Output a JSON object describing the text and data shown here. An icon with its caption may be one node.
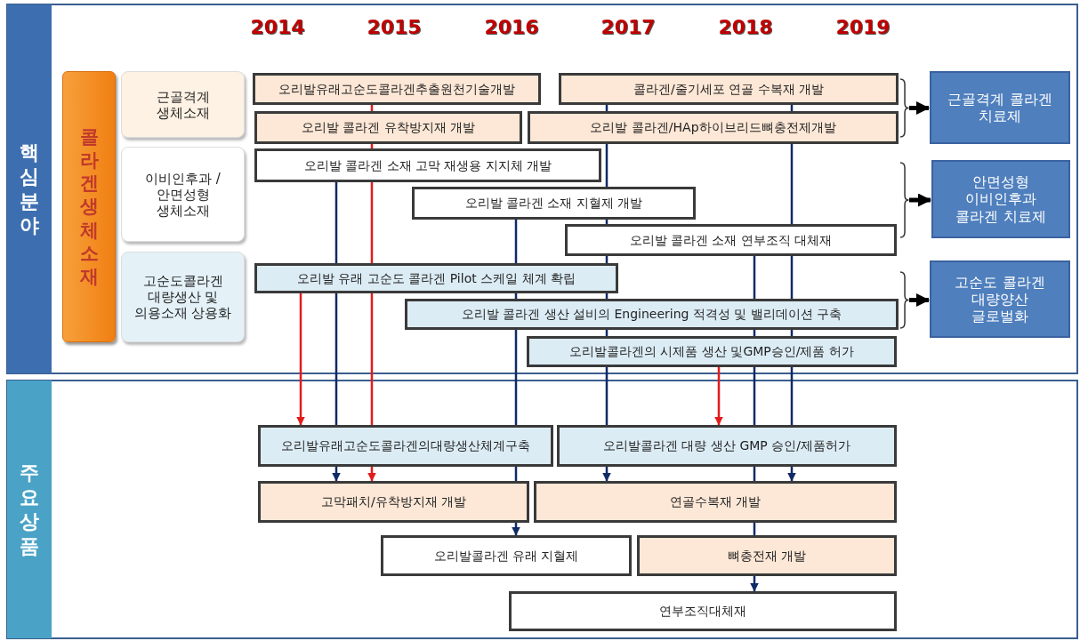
{
  "diagram": {
    "nodes": [
      {
        "text": [
          "핵심분야"
        ]
      },
      {
        "text": [
          "콜라겐생체소재"
        ]
      },
      {
        "text": [
          "근골격계 생체소재"
        ]
      },
      {
        "text": [
          "이비인후과 /안면성형 생체소재"
        ]
      },
      {
        "text": [
          "고순도콜라겐 대량생산 및 의용소재 상용화"
        ]
      },
      {
        "text": [
          "오리발유래고순도콜라겐추출원천기술개발"
        ]
      },
      {
        "text": [
          "콜라겐/줄기세포 연골 수복재 개발"
        ]
      },
      {
        "text": [
          "오리발 콜라겐 유착방지재 개발"
        ]
      },
      {
        "text": [
          "오리발 콜라겐/HAp하이브리드뼈충전제개발"
        ]
      },
      {
        "text": [
          "오리발 콜라겐 소재 고막 재생용 지지체 개발"
        ]
      },
      {
        "text": [
          "오리발 콜라겐 소재 지혈제 개발"
        ]
      },
      {
        "text": [
          "오리발 콜라겐 소재 연부조직 대체재"
        ]
      },
      {
        "text": [
          "오리발 유래 고순도 콜라겐 Pilot 스케일 체계 확립"
        ]
      },
      {
        "text": [
          "오리발 콜라겐 생산 설비의 Engineering 적격성 및 밸리데이션 구축"
        ]
      },
      {
        "text": [
          "오리발콜라겐의 시제품 생산 및GMP승인/제품 허가"
        ]
      },
      {
        "text": [
          "근골격계 콜라겐 치료제"
        ]
      },
      {
        "text": [
          "안면성형 이비인후과 콜라겐 치료제"
        ]
      },
      {
        "text": [
          "고순도 콜라겐 대량양산 글로벌화"
        ]
      },
      {
        "text": [
          "주요상품"
        ]
      },
      {
        "text": [
          "오리발유래고순도콜라겐의대량생산체계구축"
        ]
      },
      {
        "text": [
          "오리발콜라겐 대량 생산 GMP 승인/제품허가"
        ]
      },
      {
        "text": [
          "고막패치/유착방지재 개발"
        ]
      },
      {
        "text": [
          "연골수복재 개발"
        ]
      },
      {
        "text": [
          "오리발콜라겐 유래 지혈제"
        ]
      },
      {
        "text": [
          "뼈충전재 개발"
        ]
      },
      {
        "text": [
          "연부조직대체재"
        ]
      },
      {
        "text": [],
        "shape": "bracket"
      },
      {
        "text": [],
        "shape": "bracket"
      },
      {
        "text": [],
        "shape": "bracket"
      }
    ],
    "edges": [
      {
        "from": 12,
        "to": 19,
        "arrow": "to",
        "color": "#e31b1b"
      },
      {
        "from": 9,
        "to": 12,
        "arrow": "none"
      },
      {
        "from": 12,
        "to": 19,
        "arrow": "none"
      },
      {
        "from": 19,
        "to": 21,
        "arrow": "to"
      },
      {
        "from": 5,
        "to": 7,
        "arrow": "none",
        "color": "#e31b1b"
      },
      {
        "from": 7,
        "to": 9,
        "arrow": "none",
        "color": "#e31b1b"
      },
      {
        "from": 9,
        "to": 12,
        "arrow": "none",
        "color": "#e31b1b"
      },
      {
        "from": 12,
        "to": 19,
        "arrow": "none",
        "color": "#e31b1b"
      },
      {
        "from": 19,
        "to": 21,
        "arrow": "to",
        "color": "#e31b1b"
      },
      {
        "from": 10,
        "to": 12,
        "arrow": "none"
      },
      {
        "from": 12,
        "to": 13,
        "arrow": "none"
      },
      {
        "from": 13,
        "to": 19,
        "arrow": "none"
      },
      {
        "from": 19,
        "to": 21,
        "arrow": "none"
      },
      {
        "from": 21,
        "to": 23,
        "arrow": "to"
      },
      {
        "from": 6,
        "to": 8,
        "arrow": "none"
      },
      {
        "from": 8,
        "to": 10,
        "arrow": "none"
      },
      {
        "from": 10,
        "to": 11,
        "arrow": "none"
      },
      {
        "from": 11,
        "to": 12,
        "arrow": "none"
      },
      {
        "from": 12,
        "to": 13,
        "arrow": "none"
      },
      {
        "from": 13,
        "to": 14,
        "arrow": "none"
      },
      {
        "from": 14,
        "to": 20,
        "arrow": "none"
      },
      {
        "from": 20,
        "to": 22,
        "arrow": "to"
      },
      {
        "from": 14,
        "to": 20,
        "arrow": "to",
        "color": "#e31b1b"
      },
      {
        "from": 11,
        "to": 13,
        "arrow": "none"
      },
      {
        "from": 13,
        "to": 14,
        "arrow": "none"
      },
      {
        "from": 14,
        "to": 20,
        "arrow": "none"
      },
      {
        "from": 20,
        "to": 22,
        "arrow": "none"
      },
      {
        "from": 22,
        "to": 24,
        "arrow": "none"
      },
      {
        "from": 24,
        "to": 25,
        "arrow": "to"
      },
      {
        "from": 6,
        "to": 8,
        "arrow": "none"
      },
      {
        "from": 8,
        "to": 11,
        "arrow": "none"
      },
      {
        "from": 11,
        "to": 13,
        "arrow": "none"
      },
      {
        "from": 13,
        "to": 14,
        "arrow": "none"
      },
      {
        "from": 14,
        "to": 20,
        "arrow": "none"
      },
      {
        "from": 20,
        "to": 22,
        "arrow": "to"
      },
      {
        "from": 26,
        "to": 15,
        "arrow": "to",
        "style": "thick",
        "color": "#000000"
      },
      {
        "from": 27,
        "to": 16,
        "arrow": "to",
        "style": "thick",
        "color": "#000000"
      },
      {
        "from": 28,
        "to": 17,
        "arrow": "to",
        "style": "thick",
        "color": "#000000"
      }
    ],
    "labels": [
      "2014",
      "2015",
      "2016",
      "2017",
      "2018",
      "2019"
    ]
  }
}
